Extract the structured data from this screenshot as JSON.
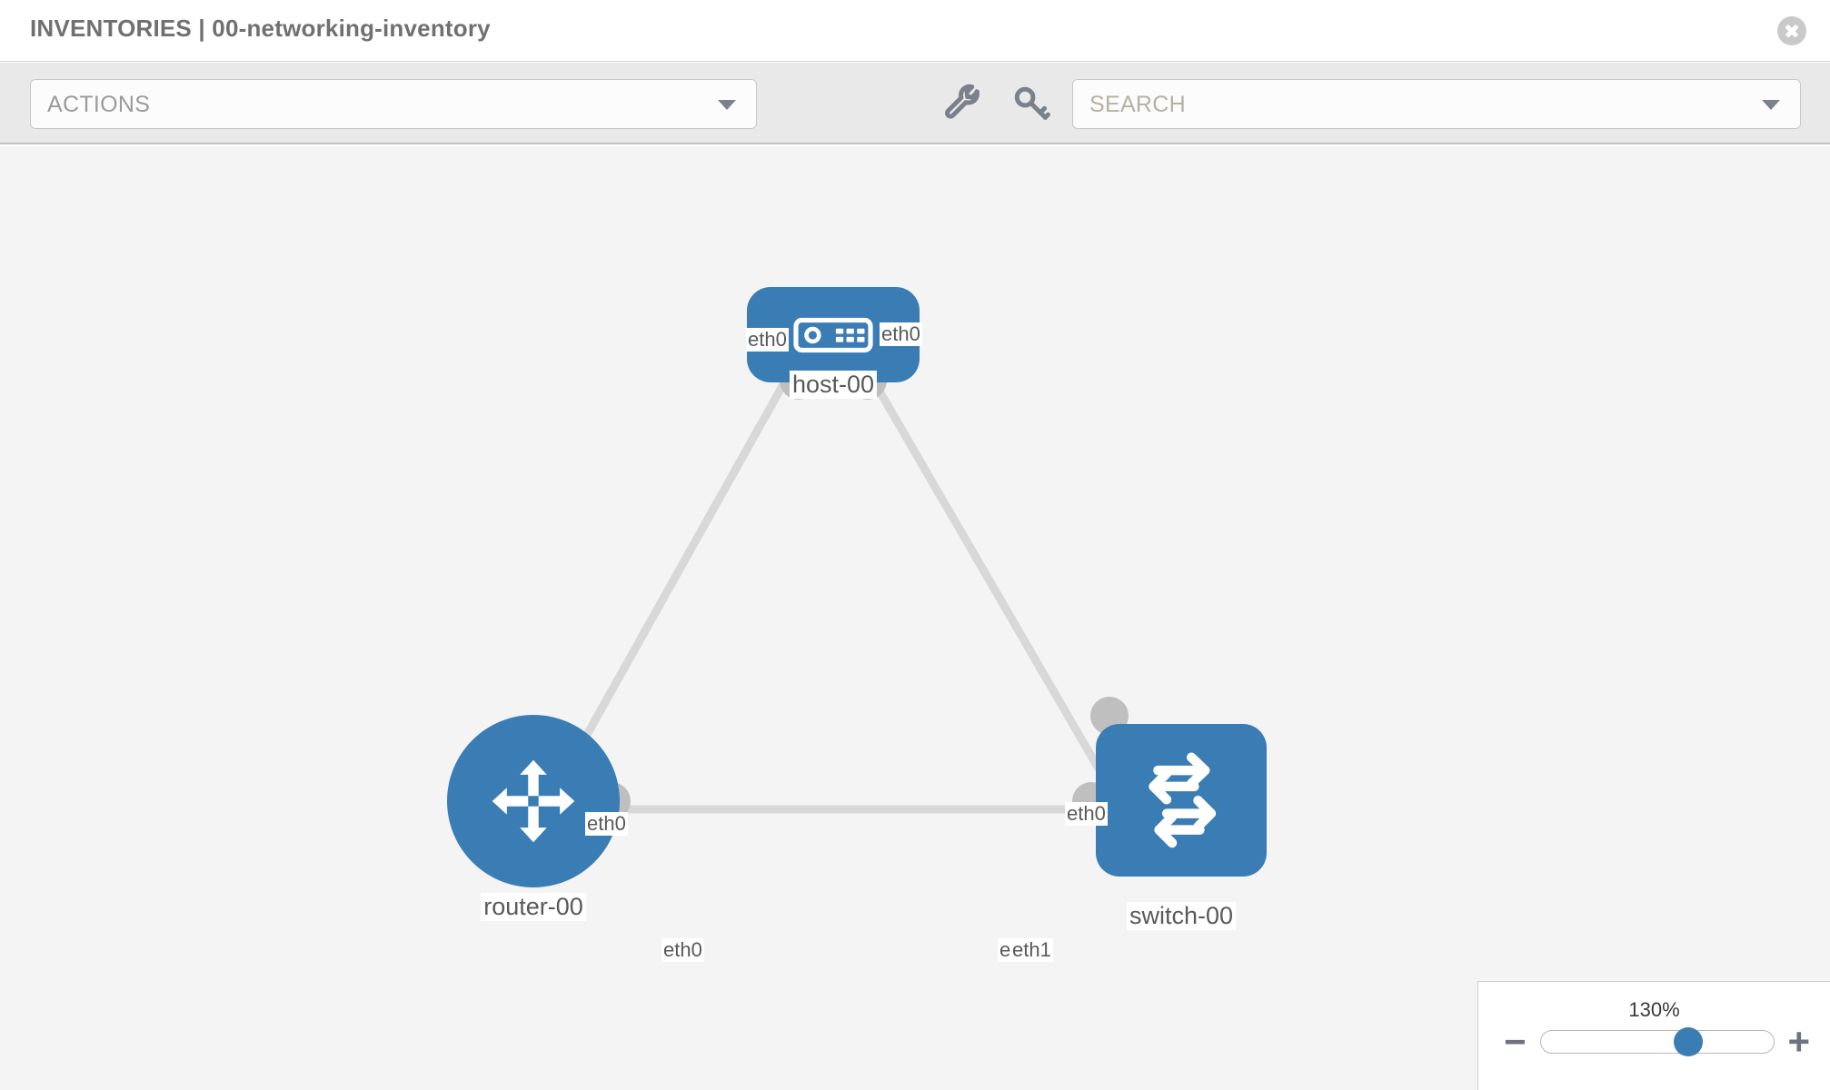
{
  "header": {
    "title": "INVENTORIES | 00-networking-inventory",
    "close_icon": "close-circle-icon"
  },
  "toolbar": {
    "actions_label": "ACTIONS",
    "actions_caret_icon": "chevron-down-icon",
    "wrench_icon": "wrench-icon",
    "key_icon": "key-icon",
    "search_placeholder": "SEARCH",
    "search_value": "",
    "search_caret_icon": "chevron-down-icon"
  },
  "zoom": {
    "value_label": "130%",
    "percent": 130,
    "min": 10,
    "max": 200,
    "minus_label": "−",
    "plus_label": "+"
  },
  "colors": {
    "node_blue": "#3a7db5",
    "connector_gray": "#bfbfbf",
    "edge_gray": "#d8d8d8",
    "canvas_bg": "#f4f4f4",
    "toolbar_bg": "#e9e9e9",
    "title_gray": "#707070"
  },
  "topology": {
    "nodes": [
      {
        "id": "host-00",
        "label": "host-00",
        "type": "host",
        "icon": "server-icon",
        "shape": "rounded-rect"
      },
      {
        "id": "router-00",
        "label": "router-00",
        "type": "router",
        "icon": "router-arrows-icon",
        "shape": "circle"
      },
      {
        "id": "switch-00",
        "label": "switch-00",
        "type": "switch",
        "icon": "switch-arrows-icon",
        "shape": "rounded-square"
      }
    ],
    "links": [
      {
        "from": "router-00",
        "to": "host-00",
        "from_label": "eth0",
        "to_label": "eth0"
      },
      {
        "from": "host-00",
        "to": "switch-00",
        "from_label": "eth0",
        "to_label": "eth0"
      },
      {
        "from": "router-00",
        "to": "switch-00",
        "from_label": "eth0",
        "to_label": "eth1"
      }
    ],
    "edge_labels": [
      {
        "id": "host-left",
        "text": "eth0"
      },
      {
        "id": "host-right",
        "text": "eth0"
      },
      {
        "id": "router-up",
        "text": "eth0"
      },
      {
        "id": "switch-up",
        "text": "eth0"
      },
      {
        "id": "router-right",
        "text": "eth0"
      },
      {
        "id": "switch-left-a",
        "text": "eth"
      },
      {
        "id": "switch-left-b",
        "text": "eth1"
      }
    ]
  }
}
